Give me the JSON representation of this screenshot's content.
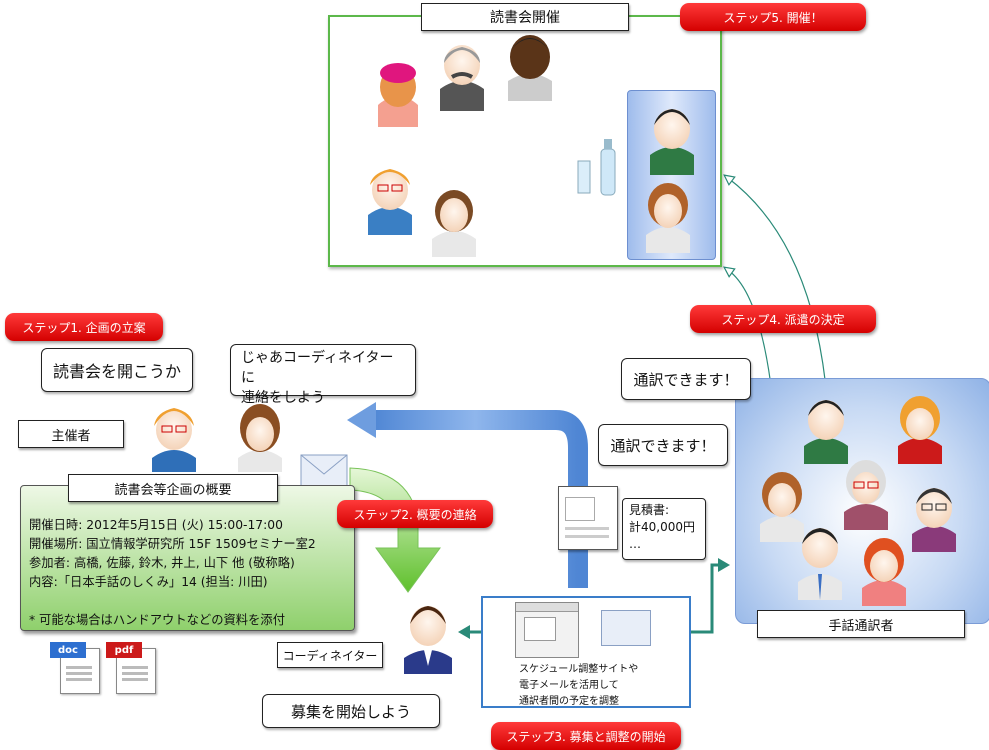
{
  "meeting": {
    "title": "読書会開催",
    "step5": "ステップ5. 開催！"
  },
  "step1": {
    "label": "ステップ1. 企画の立案",
    "organizer_label": "主催者",
    "bubble_organizer": "読書会を開こうか",
    "bubble_assistant_line1": "じゃあコーディネイターに",
    "bubble_assistant_line2": "連絡をしよう"
  },
  "summary": {
    "title": "読書会等企画の概要",
    "lines": [
      "開催日時: 2012年5月15日 (火) 15:00-17:00",
      "開催場所: 国立情報学研究所 15F 1509セミナー室2",
      "参加者: 高橋, 佐藤, 鈴木, 井上, 山下 他 (敬称略)",
      "内容:「日本手話のしくみ」14 (担当: 川田)",
      "",
      "* 可能な場合はハンドアウトなどの資料を添付"
    ],
    "doc_label": "doc",
    "pdf_label": "pdf"
  },
  "step2": {
    "label": "ステップ2. 概要の連絡"
  },
  "coordinator": {
    "label": "コーディネイター",
    "bubble": "募集を開始しよう"
  },
  "step3": {
    "label": "ステップ3. 募集と調整の開始",
    "desc_line1": "スケジュール調整サイトや",
    "desc_line2": "電子メールを活用して",
    "desc_line3": "通訳者間の予定を調整"
  },
  "quote": {
    "line1": "見積書:",
    "line2": "計40,000円",
    "line3": "…"
  },
  "step4": {
    "label": "ステップ4. 派遣の決定"
  },
  "interpreters": {
    "label": "手話通訳者",
    "bubble1": "通訳できます！",
    "bubble2": "通訳できます！"
  },
  "colors": {
    "step_red": "#e00000",
    "summary_green": "#8fd06c",
    "arrow_blue": "#5b8fd6",
    "arrow_green": "#6cc93a",
    "teal_arrow": "#2a8a78"
  }
}
